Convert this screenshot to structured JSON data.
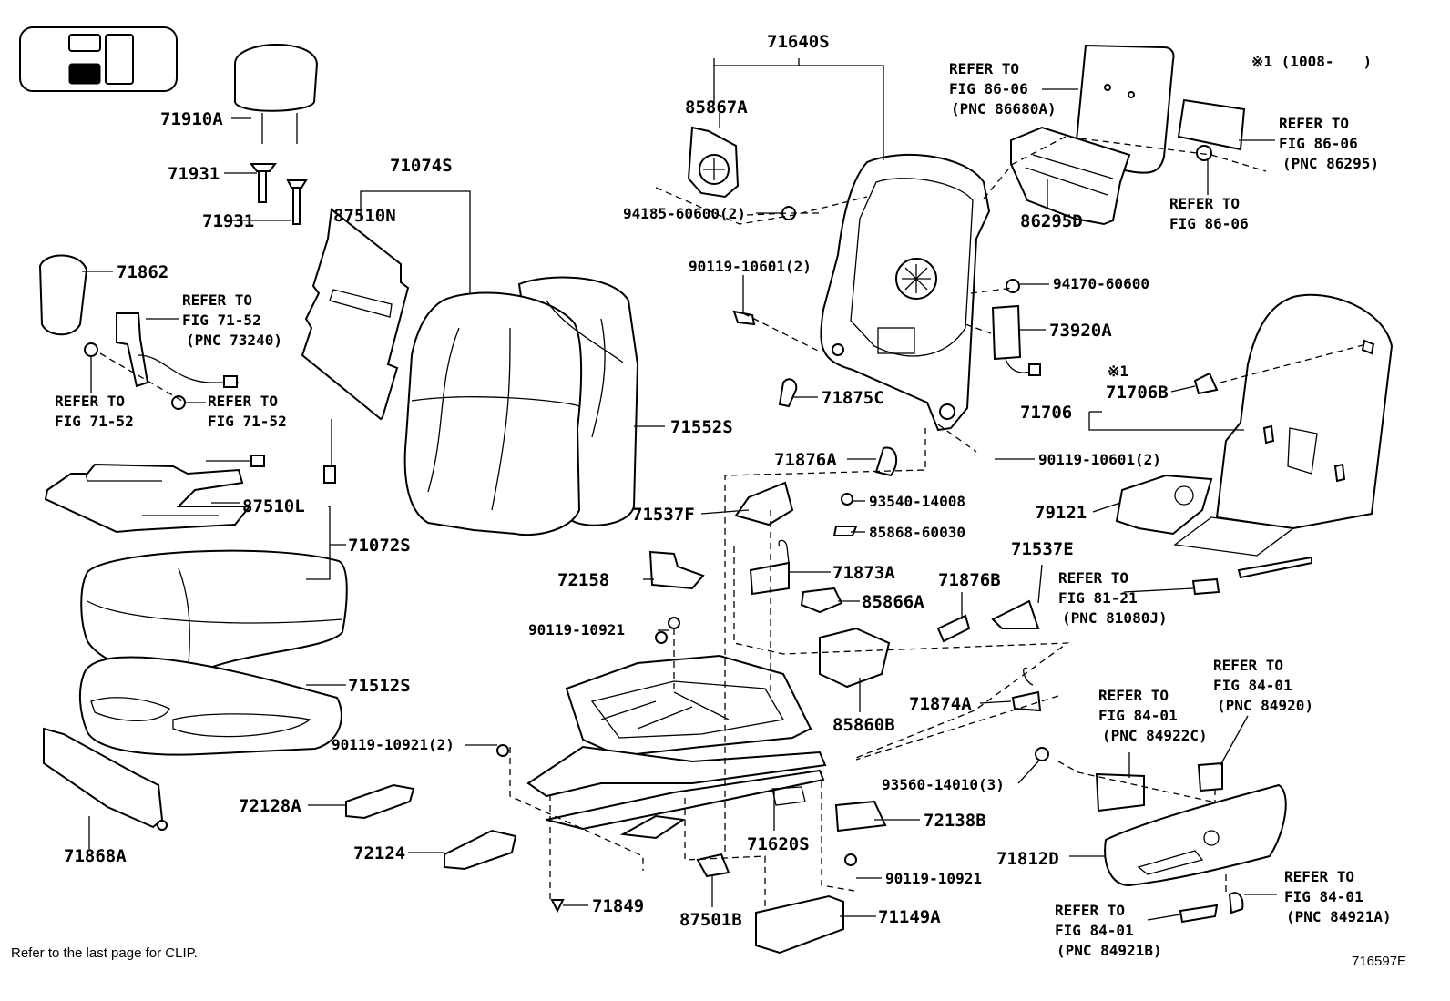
{
  "note_range": "※1 (1008-　　)",
  "footer_note": "Refer to the last page for CLIP.",
  "illustration_id": "716597E",
  "labels": {
    "p71910A": "71910A",
    "p71931a": "71931",
    "p71931b": "71931",
    "p71074S": "71074S",
    "p87510N": "87510N",
    "p71862": "71862",
    "ref7152a_1": "REFER TO",
    "ref7152a_2": "FIG 71-52",
    "ref7152a_3": "(PNC 73240)",
    "ref7152b_1": "REFER TO",
    "ref7152b_2": "FIG 71-52",
    "ref7152c_1": "REFER TO",
    "ref7152c_2": "FIG 71-52",
    "p87510L": "87510L",
    "p71072S": "71072S",
    "p71512S": "71512S",
    "p71868A": "71868A",
    "p71552S": "71552S",
    "p71640S": "71640S",
    "p85867A": "85867A",
    "p94185": "94185-60600(2)",
    "p90119a": "90119-10601(2)",
    "p71875C": "71875C",
    "p71876A": "71876A",
    "p71537F": "71537F",
    "p93540": "93540-14008",
    "p85868": "85868-60030",
    "p72158": "72158",
    "p71873A": "71873A",
    "p85866A": "85866A",
    "p90119b": "90119-10921",
    "p71876B": "71876B",
    "p71537E": "71537E",
    "p85860B": "85860B",
    "p71874A": "71874A",
    "p90119c": "90119-10921(2)",
    "p72128A": "72128A",
    "p72124": "72124",
    "p71620S": "71620S",
    "p93560": "93560-14010(3)",
    "p72138B": "72138B",
    "p90119d": "90119-10921",
    "p71849": "71849",
    "p87501B": "87501B",
    "p71149A": "71149A",
    "ref8606a_1": "REFER TO",
    "ref8606a_2": "FIG 86-06",
    "ref8606a_3": "(PNC 86680A)",
    "ref8606b_1": "REFER TO",
    "ref8606b_2": "FIG 86-06",
    "ref8606b_3": "(PNC 86295)",
    "ref8606c_1": "REFER TO",
    "ref8606c_2": "FIG 86-06",
    "p86295D": "86295D",
    "p94170": "94170-60600",
    "p73920A": "73920A",
    "mark1": "※1",
    "p71706B": "71706B",
    "p71706": "71706",
    "p90119e": "90119-10601(2)",
    "p79121": "79121",
    "ref8121_1": "REFER TO",
    "ref8121_2": "FIG 81-21",
    "ref8121_3": "(PNC 81080J)",
    "ref8401a_1": "REFER TO",
    "ref8401a_2": "FIG 84-01",
    "ref8401a_3": "(PNC 84920)",
    "ref8401b_1": "REFER TO",
    "ref8401b_2": "FIG 84-01",
    "ref8401b_3": "(PNC 84922C)",
    "p71812D": "71812D",
    "ref8401c_1": "REFER TO",
    "ref8401c_2": "FIG 84-01",
    "ref8401c_3": "(PNC 84921A)",
    "ref8401d_1": "REFER TO",
    "ref8401d_2": "FIG 84-01",
    "ref8401d_3": "(PNC 84921B)"
  }
}
